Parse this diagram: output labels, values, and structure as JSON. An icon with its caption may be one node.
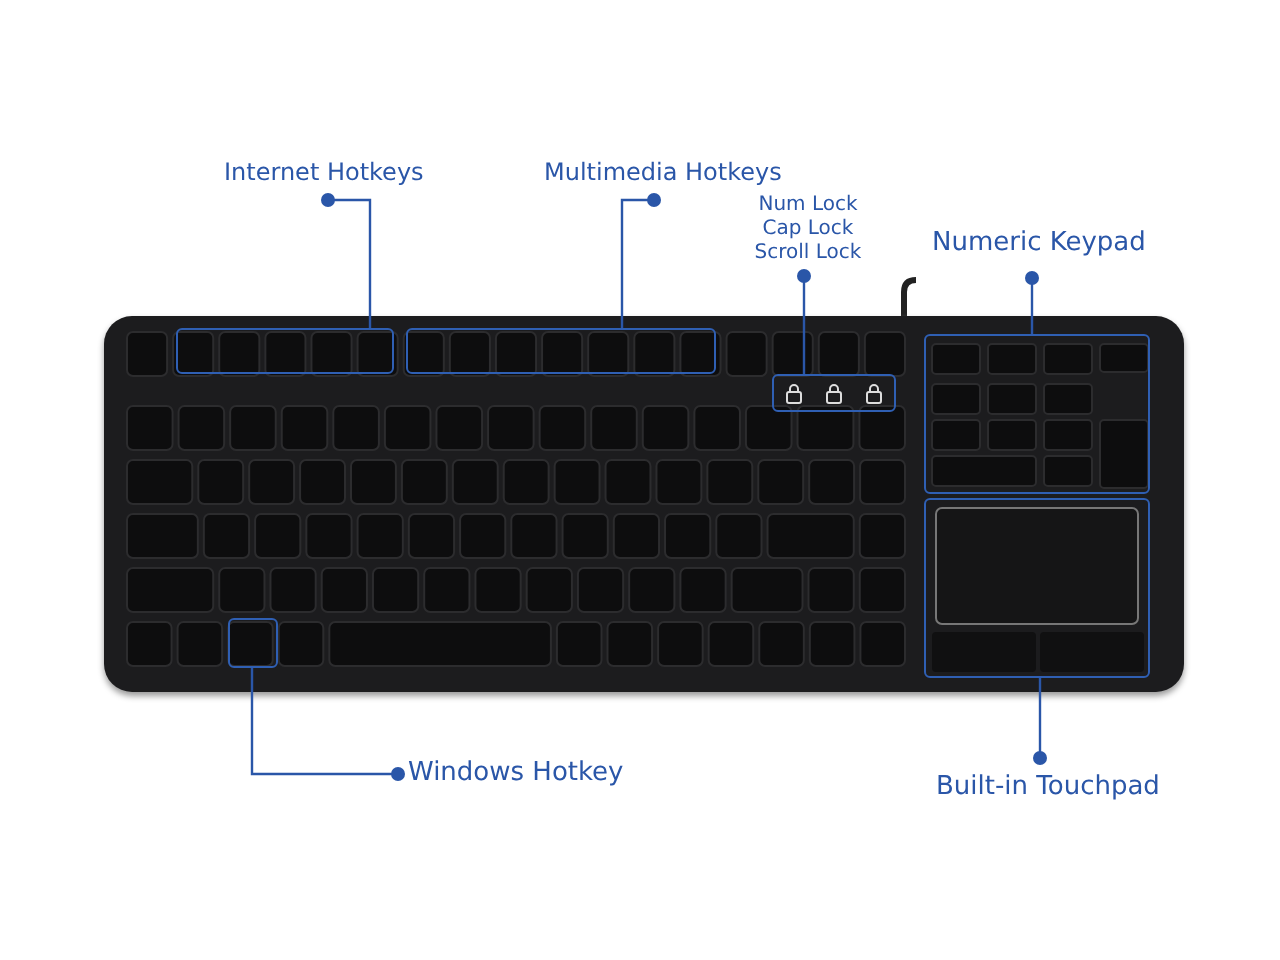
{
  "diagram": {
    "nodes": [
      {
        "text": [
          "Internet Hotkeys"
        ]
      },
      {
        "text": [
          "Multimedia Hotkeys"
        ]
      },
      {
        "text": [
          "Num Lock Cap Lock Scroll Lock"
        ]
      },
      {
        "text": [
          "Numeric Keypad"
        ]
      },
      {
        "text": [],
        "shape": "picture"
      },
      {
        "text": [],
        "shape": "box",
        "in": 4
      },
      {
        "text": [],
        "shape": "box",
        "in": 4
      },
      {
        "text": [],
        "shape": "box",
        "in": 4
      },
      {
        "text": [],
        "shape": "box",
        "in": 4
      },
      {
        "text": [],
        "shape": "box",
        "in": 4
      },
      {
        "text": [],
        "shape": "box",
        "in": 4
      },
      {
        "text": [
          "Windows Hotkey"
        ]
      },
      {
        "text": [
          "Built-in Touchpad"
        ]
      }
    ],
    "edges": [
      {
        "from": 0,
        "to": 5,
        "arrow": "other"
      },
      {
        "from": 1,
        "to": 6,
        "arrow": "other"
      },
      {
        "from": 2,
        "to": 7,
        "arrow": "other"
      },
      {
        "from": 3,
        "to": 8,
        "arrow": "other"
      },
      {
        "from": 11,
        "to": 9,
        "arrow": "other"
      },
      {
        "from": 12,
        "to": 10,
        "arrow": "other"
      }
    ]
  }
}
